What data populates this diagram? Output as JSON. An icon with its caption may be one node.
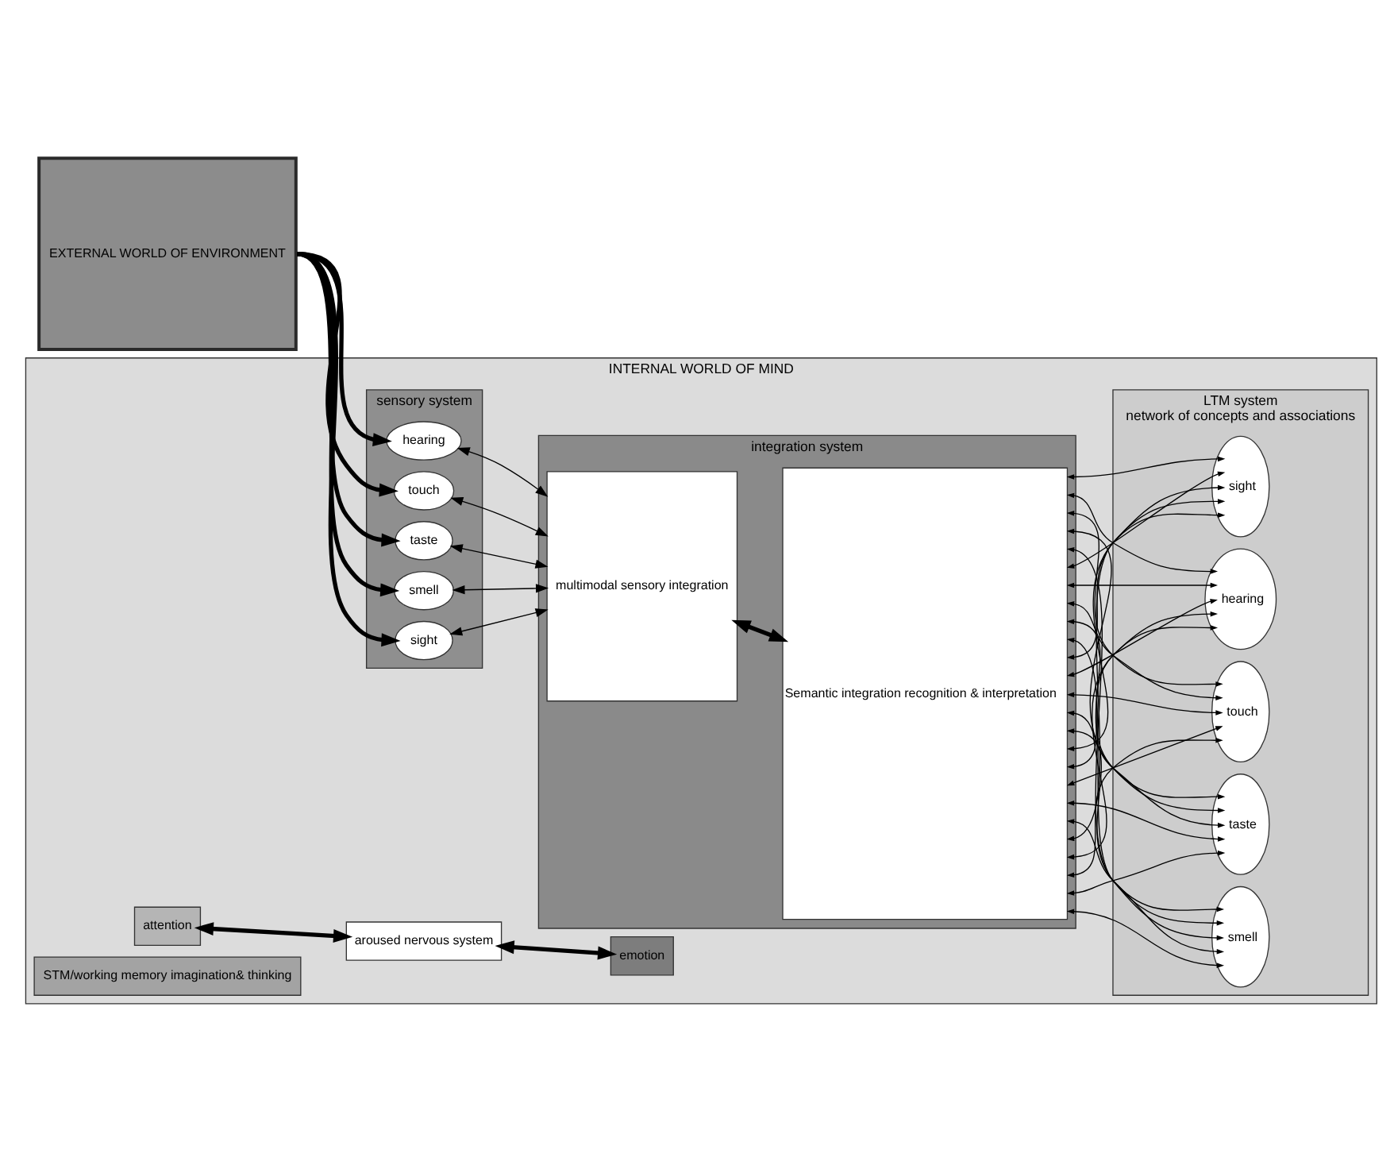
{
  "diagram": {
    "nodes": [
      {
        "text": [
          "EXTERNAL WORLD OF ENVIRONMENT"
        ]
      },
      {
        "text": [
          "INTERNAL WORLD OF MIND"
        ]
      },
      {
        "text": [
          "sensory system"
        ],
        "in": 1
      },
      {
        "text": [
          "sight"
        ],
        "in": 2
      },
      {
        "text": [
          "hearing"
        ],
        "in": 2
      },
      {
        "text": [
          "touch"
        ],
        "in": 2
      },
      {
        "text": [
          "taste"
        ],
        "in": 2
      },
      {
        "text": [
          "smell"
        ],
        "in": 2
      },
      {
        "text": [
          "integration system"
        ],
        "in": 1
      },
      {
        "text": [
          "multimodal sensory integration"
        ],
        "in": 8
      },
      {
        "text": [
          "Semantic integration recognition & interpretation"
        ],
        "in": 8
      },
      {
        "text": [
          "attention"
        ],
        "in": 1
      },
      {
        "text": [
          "LTM system",
          "network of concepts and associations"
        ],
        "in": 1
      },
      {
        "text": [
          "sight"
        ],
        "in": 12
      },
      {
        "text": [
          "hearing"
        ],
        "in": 12
      },
      {
        "text": [
          "touch"
        ],
        "in": 12
      },
      {
        "text": [
          "taste"
        ],
        "in": 12
      },
      {
        "text": [
          "smell"
        ],
        "in": 12
      },
      {
        "text": [
          "STM/working memory imagination& thinking"
        ],
        "in": 1
      },
      {
        "text": [
          "emotion"
        ],
        "in": 1
      },
      {
        "text": [
          "aroused nervous system"
        ],
        "in": 1
      }
    ],
    "edges": [
      {
        "from": 0,
        "to": 3,
        "arrow": "to",
        "style": "thick"
      },
      {
        "from": 0,
        "to": 4,
        "arrow": "to",
        "style": "thick"
      },
      {
        "from": 0,
        "to": 5,
        "arrow": "to",
        "style": "thick"
      },
      {
        "from": 0,
        "to": 6,
        "arrow": "to",
        "style": "thick"
      },
      {
        "from": 0,
        "to": 7,
        "arrow": "to",
        "style": "thick"
      },
      {
        "from": 3,
        "to": 9,
        "arrow": "both"
      },
      {
        "from": 4,
        "to": 9,
        "arrow": "both"
      },
      {
        "from": 5,
        "to": 9,
        "arrow": "both"
      },
      {
        "from": 6,
        "to": 9,
        "arrow": "both"
      },
      {
        "from": 7,
        "to": 9,
        "arrow": "both"
      },
      {
        "from": 9,
        "to": 10,
        "arrow": "both",
        "style": "thick"
      },
      {
        "from": 10,
        "to": 13,
        "arrow": "both"
      },
      {
        "from": 10,
        "to": 14,
        "arrow": "both"
      },
      {
        "from": 10,
        "to": 15,
        "arrow": "both"
      },
      {
        "from": 10,
        "to": 16,
        "arrow": "both"
      },
      {
        "from": 10,
        "to": 17,
        "arrow": "both"
      },
      {
        "from": 10,
        "to": 13,
        "arrow": "both"
      },
      {
        "from": 10,
        "to": 14,
        "arrow": "both"
      },
      {
        "from": 10,
        "to": 15,
        "arrow": "both"
      },
      {
        "from": 10,
        "to": 16,
        "arrow": "both"
      },
      {
        "from": 10,
        "to": 17,
        "arrow": "both"
      },
      {
        "from": 10,
        "to": 13,
        "arrow": "both"
      },
      {
        "from": 10,
        "to": 14,
        "arrow": "both"
      },
      {
        "from": 10,
        "to": 15,
        "arrow": "both"
      },
      {
        "from": 10,
        "to": 16,
        "arrow": "both"
      },
      {
        "from": 10,
        "to": 17,
        "arrow": "both"
      },
      {
        "from": 10,
        "to": 13,
        "arrow": "both"
      },
      {
        "from": 10,
        "to": 14,
        "arrow": "both"
      },
      {
        "from": 10,
        "to": 15,
        "arrow": "both"
      },
      {
        "from": 10,
        "to": 16,
        "arrow": "both"
      },
      {
        "from": 10,
        "to": 17,
        "arrow": "both"
      },
      {
        "from": 10,
        "to": 13,
        "arrow": "both"
      },
      {
        "from": 10,
        "to": 14,
        "arrow": "both"
      },
      {
        "from": 10,
        "to": 15,
        "arrow": "both"
      },
      {
        "from": 10,
        "to": 16,
        "arrow": "both"
      },
      {
        "from": 10,
        "to": 17,
        "arrow": "both"
      },
      {
        "from": 11,
        "to": 20,
        "arrow": "both",
        "style": "thick"
      },
      {
        "from": 20,
        "to": 19,
        "arrow": "both",
        "style": "thick"
      }
    ]
  }
}
